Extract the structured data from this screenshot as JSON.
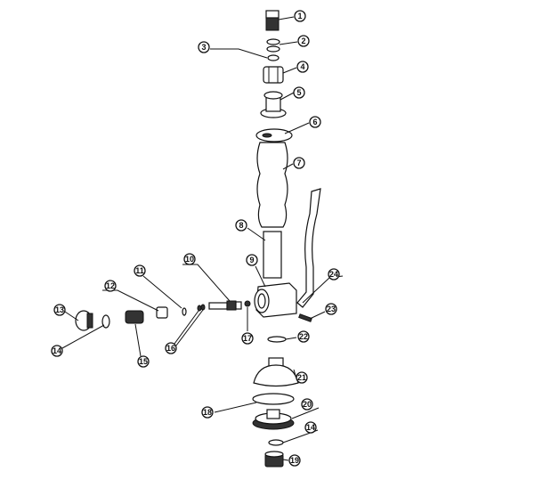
{
  "diagram": {
    "type": "exploded parts diagram",
    "labels": [
      "1",
      "2",
      "3",
      "4",
      "5",
      "6",
      "7",
      "8",
      "9",
      "10",
      "11",
      "12",
      "13",
      "14",
      "15",
      "16",
      "17",
      "18",
      "19",
      "20",
      "21",
      "22",
      "23",
      "24",
      "14"
    ]
  }
}
